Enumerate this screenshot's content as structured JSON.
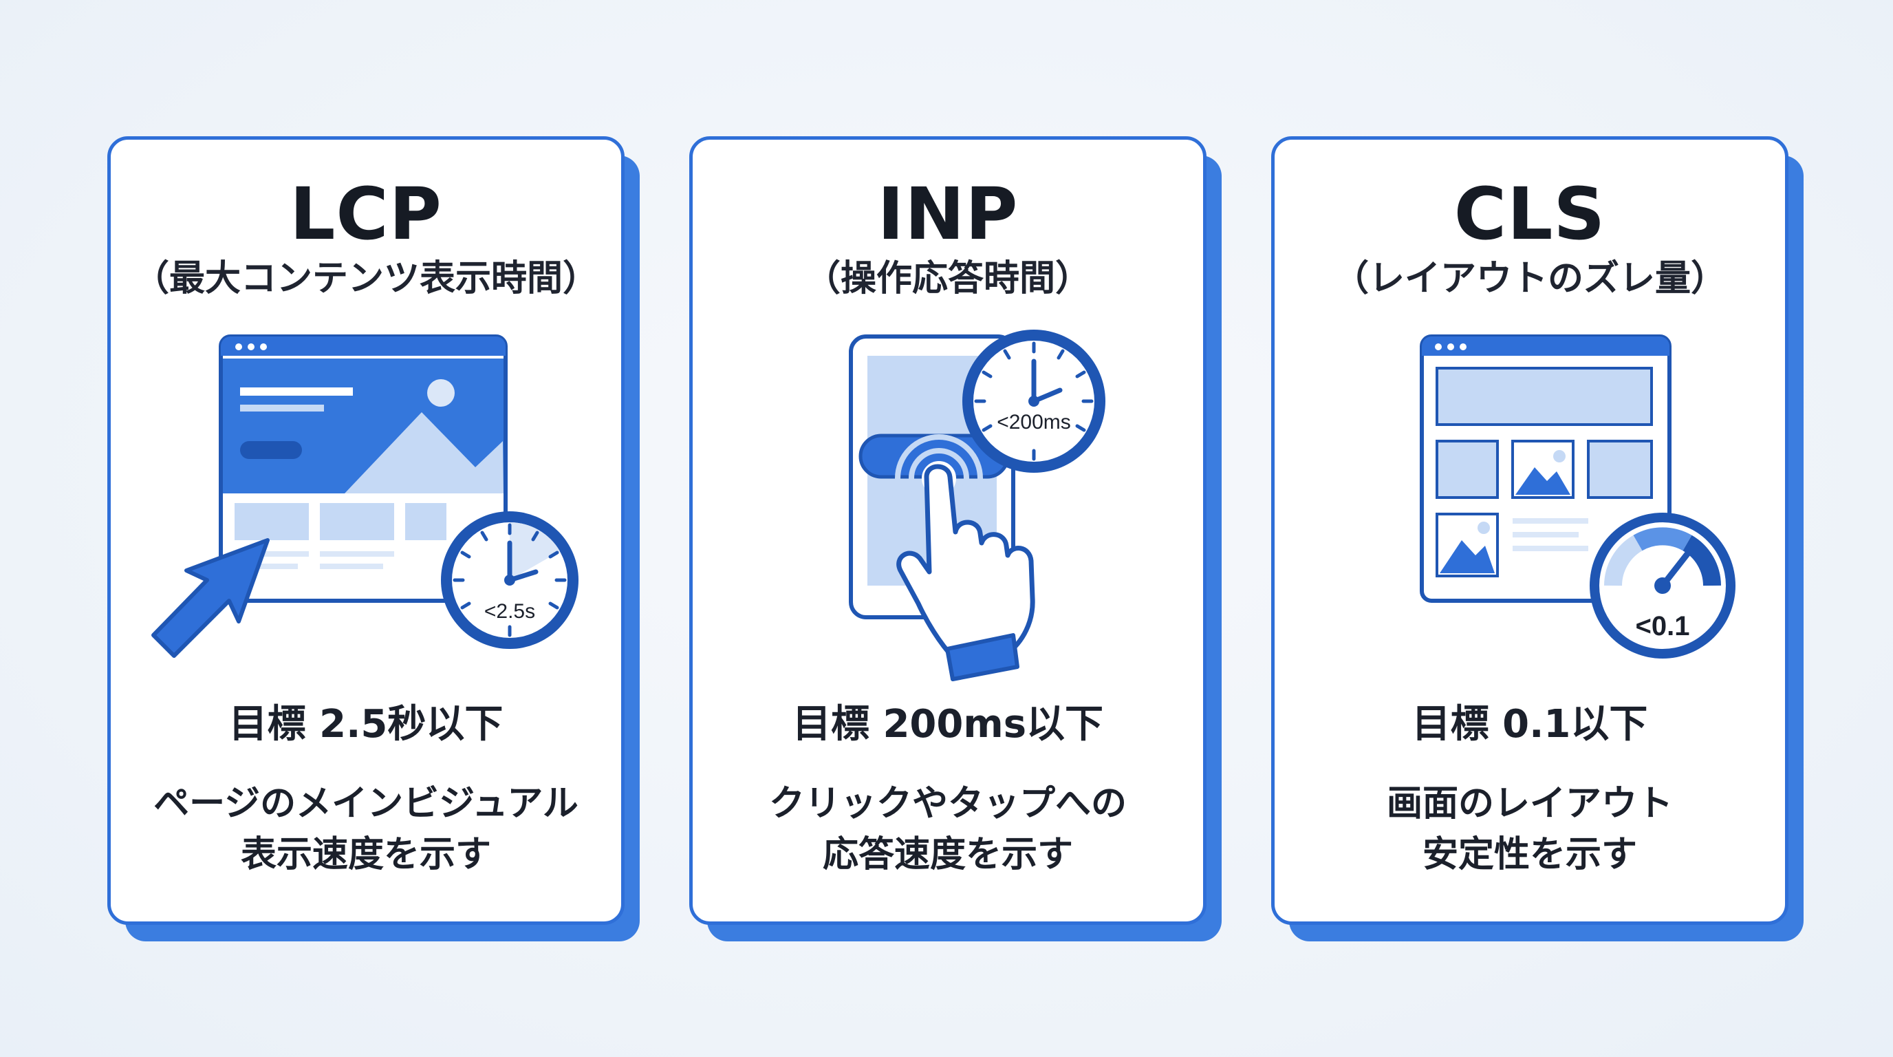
{
  "colors": {
    "primary": "#2f6fd8",
    "shadow": "#3b7de0",
    "light": "#c5d9f5",
    "text": "#1b202b",
    "background": "#eef3f9"
  },
  "cards": [
    {
      "title": "LCP",
      "subtitle": "（最大コンテンツ表示時間）",
      "target": "目標 2.5秒以下",
      "desc_lines": [
        "ページのメインビジュアル",
        "表示速度を示す"
      ],
      "badge": "<2.5s",
      "icons": [
        "browser-window-icon",
        "cursor-arrow-icon",
        "clock-icon"
      ]
    },
    {
      "title": "INP",
      "subtitle": "（操作応答時間）",
      "target": "目標 200ms以下",
      "desc_lines": [
        "クリックやタップへの",
        "応答速度を示す"
      ],
      "badge": "<200ms",
      "icons": [
        "smartphone-icon",
        "tapping-hand-icon",
        "clock-icon"
      ]
    },
    {
      "title": "CLS",
      "subtitle": "（レイアウトのズレ量）",
      "target": "目標 0.1以下",
      "desc_lines": [
        "画面のレイアウト",
        "安定性を示す"
      ],
      "badge": "<0.1",
      "icons": [
        "layout-grid-icon",
        "gauge-icon"
      ]
    }
  ]
}
